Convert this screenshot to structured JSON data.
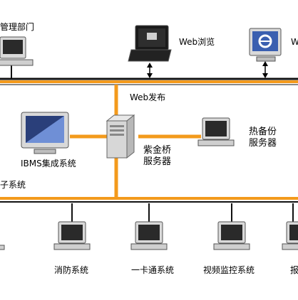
{
  "labels": {
    "mgmt_dept": "管理部门",
    "web_browse_1": "Web浏览",
    "web_browse_2": "W",
    "web_publish": "Web发布",
    "ibms": "IBMS集成系统",
    "subsystem": "子系统",
    "server": "紫金桥\n服务器",
    "hot_backup": "热备份\n服务器",
    "fire": "消防系统",
    "card": "一卡通系统",
    "video": "视频监控系统",
    "alarm_partial": "报"
  },
  "colors": {
    "bus_orange": "#f39a1c",
    "bus_black": "#111111",
    "monitor_body": "#d9d9d9",
    "screen_dark": "#2a2a2a",
    "screen_blue": "#3a5fb0",
    "laptop_dark": "#1a1a1a"
  }
}
